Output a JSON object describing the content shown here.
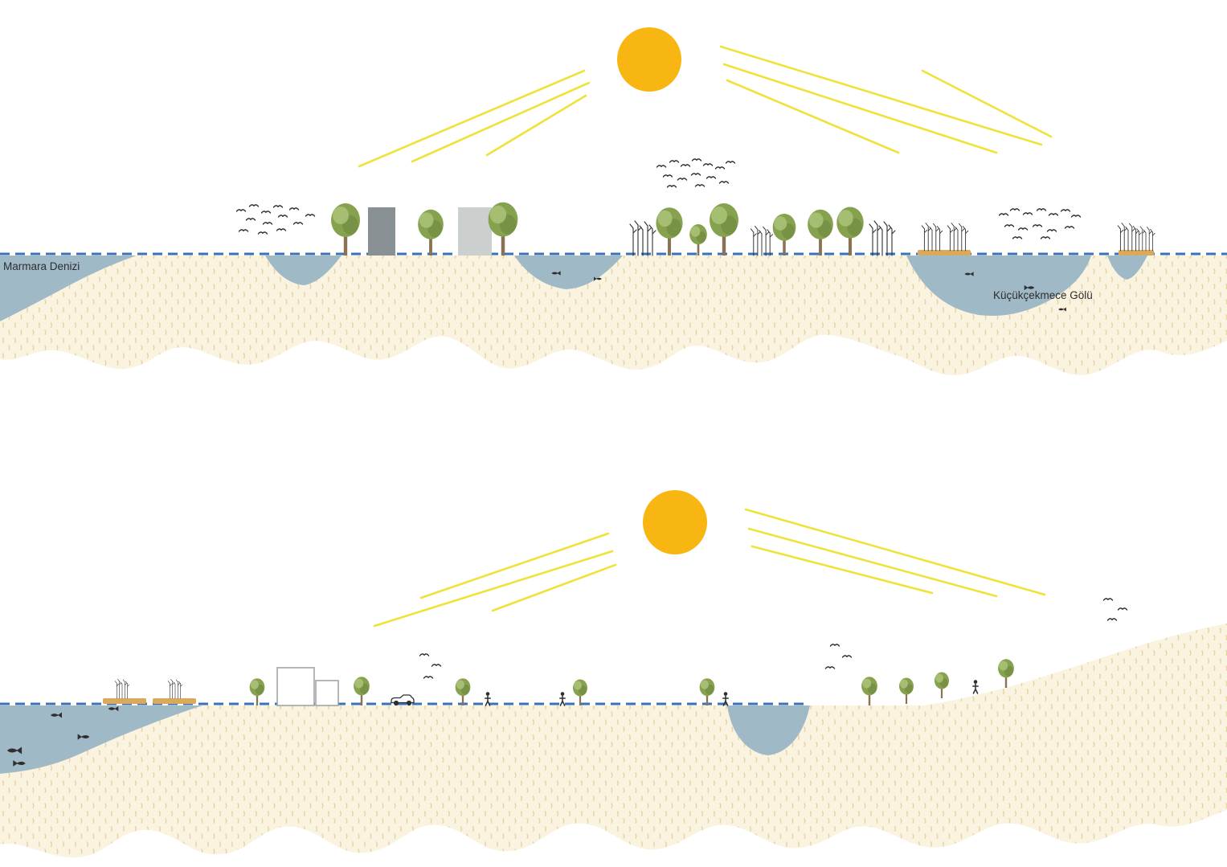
{
  "labels": {
    "sea": "Marmara Denizi",
    "lake": "Küçükçekmece Gölü"
  },
  "colors": {
    "sun": "#F8B612",
    "ray": "#EFE23B",
    "ground": "#FAF3DF",
    "ground_dots": "#E3D2A4",
    "water": "#9FB9C7",
    "datum": "#3A72B8",
    "crown": "#86A24F",
    "crown_dark": "#67813A",
    "crown_light": "#ABC377",
    "trunk": "#8A7355",
    "bldg_dark": "#8A9194",
    "bldg_light": "#CBCFCE",
    "bldg_outline": "#9AA0A2",
    "dock": "#D9A95C",
    "ink": "#2E2E2E"
  },
  "icons": {
    "sun": "filled-circle",
    "sun_ray": "diagonal-line",
    "tree": "crown-and-trunk",
    "bird": "v-stroke",
    "fish": "fish-silhouette",
    "reeds": "vertical-lines-with-ticks",
    "person": "stick-figure",
    "car": "car-side-silhouette",
    "datum_line": "blue-dashed-waterline"
  }
}
